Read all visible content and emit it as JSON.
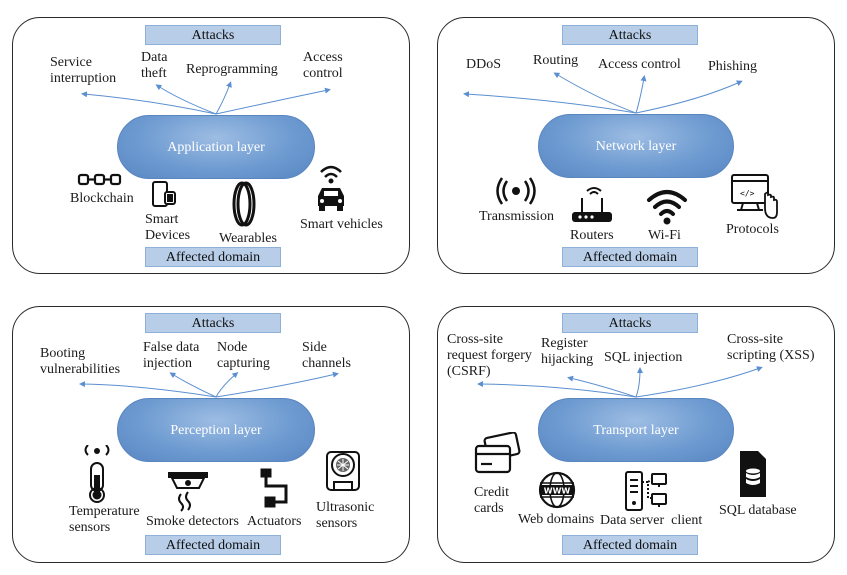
{
  "panels": [
    {
      "attacks_label": "Attacks",
      "layer": "Application layer",
      "domain_label": "Affected domain",
      "attacks": [
        "Service\ninterruption",
        "Data\ntheft",
        "Reprogramming",
        "Access\ncontrol"
      ],
      "domains": [
        "Blockchain",
        "Smart\nDevices",
        "Wearables",
        "Smart vehicles"
      ]
    },
    {
      "attacks_label": "Attacks",
      "layer": "Network layer",
      "domain_label": "Affected domain",
      "attacks": [
        "DDoS",
        "Routing",
        "Access control",
        "Phishing"
      ],
      "domains": [
        "Transmission",
        "Routers",
        "Wi-Fi",
        "Protocols"
      ]
    },
    {
      "attacks_label": "Attacks",
      "layer": "Perception layer",
      "domain_label": "Affected domain",
      "attacks": [
        "Booting\nvulnerabilities",
        "False data\ninjection",
        "Node\ncapturing",
        "Side\nchannels"
      ],
      "domains": [
        "Temperature\nsensors",
        "Smoke detectors",
        "Actuators",
        "Ultrasonic\nsensors"
      ]
    },
    {
      "attacks_label": "Attacks",
      "layer": "Transport layer",
      "domain_label": "Affected domain",
      "attacks": [
        "Cross-site\nrequest forgery\n(CSRF)",
        "Register\nhijacking",
        "SQL injection",
        "Cross-site\nscripting (XSS)"
      ],
      "domains": [
        "Credit\ncards",
        "Web domains",
        "Data server  client",
        "SQL database"
      ]
    }
  ],
  "icons": [
    "blockchain-icon",
    "smartphone-watch-icon",
    "wearable-band-icon",
    "smart-car-icon",
    "transmission-icon",
    "router-icon",
    "wifi-icon",
    "protocol-code-icon",
    "temperature-sensor-icon",
    "smoke-detector-icon",
    "actuator-icon",
    "ultrasonic-sensor-icon",
    "credit-card-icon",
    "www-globe-icon",
    "server-client-icon",
    "sql-database-icon"
  ],
  "colors": {
    "layer_fill": "#6e9bd1",
    "tag_fill": "#b7cde8",
    "arrow": "#5b8fd0",
    "border": "#2a2a2a"
  }
}
